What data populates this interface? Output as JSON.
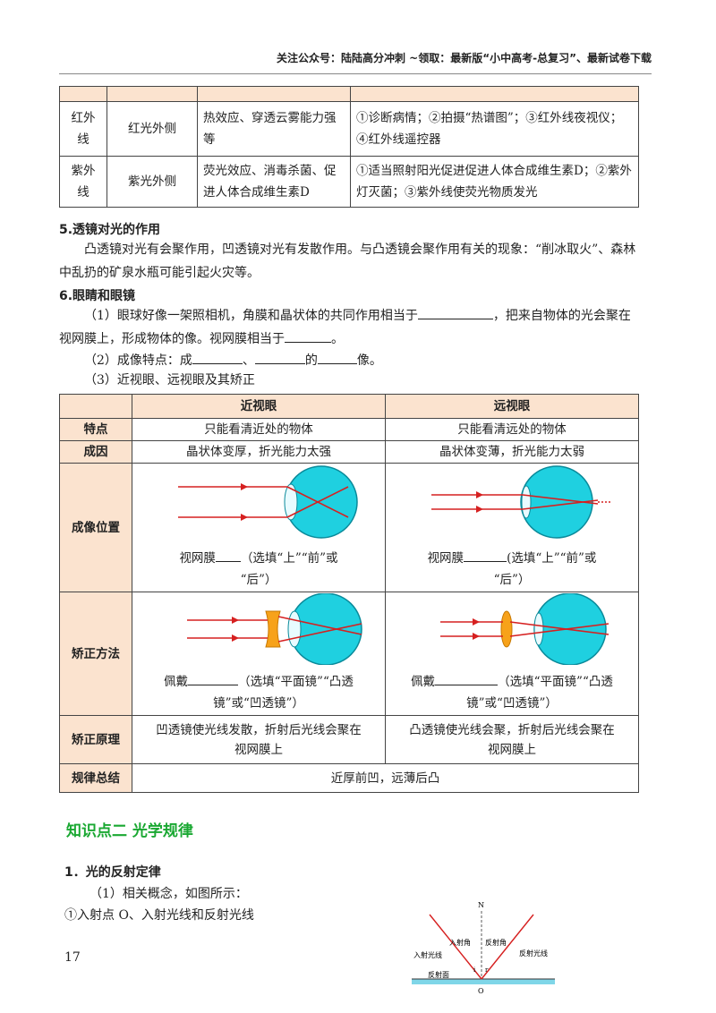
{
  "header": {
    "text": "关注公众号：陆陆高分冲刺  ~领取：最新版“小中高考-总复习”、最新试卷下载"
  },
  "rays_table": {
    "rows": [
      {
        "name": "红外线",
        "position": "红光外侧",
        "property": "热效应、穿透云雾能力强等",
        "application": "①诊断病情；②拍摄“热谱图”；③红外线夜视仪；④红外线遥控器"
      },
      {
        "name": "紫外线",
        "position": "紫光外侧",
        "property": "荧光效应、消毒杀菌、促进人体合成维生素D",
        "application": "①适当照射阳光促进促进人体合成维生素D；②紫外灯灭菌；③紫外线使荧光物质发光"
      }
    ]
  },
  "sec5": {
    "title": "5.透镜对光的作用",
    "text": "凸透镜对光有会聚作用，凹透镜对光有发散作用。与凸透镜会聚作用有关的现象：“削冰取火”、森林中乱扔的矿泉水瓶可能引起火灾等。"
  },
  "sec6": {
    "title": "6.眼睛和眼镜",
    "p1a": "（1）眼球好像一架照相机，角膜和晶状体的共同作用相当于",
    "p1b": "，把来自物体的光会聚在视网膜上，形成物体的像。视网膜相当于",
    "p1c": "。",
    "p2a": "（2）成像特点：成",
    "p2b": "、",
    "p2c": "的",
    "p2d": "像。",
    "p3": "（3）近视眼、远视眼及其矫正"
  },
  "eye_table": {
    "col_myopia": "近视眼",
    "col_hyperopia": "远视眼",
    "row_feature": "特点",
    "row_cause": "成因",
    "row_image": "成像位置",
    "row_correction": "矫正方法",
    "row_principle": "矫正原理",
    "row_summary": "规律总结",
    "myopia_feature": "只能看清近处的物体",
    "hyperopia_feature": "只能看清远处的物体",
    "myopia_cause": "晶状体变厚，折光能力太强",
    "hyperopia_cause": "晶状体变薄，折光能力太弱",
    "myopia_image_a": "视网膜",
    "myopia_image_b": "（选填“上”“前”或",
    "myopia_image_c": "“后”）",
    "hyperopia_image_a": "视网膜",
    "hyperopia_image_b": "(选填“上”“前”或",
    "hyperopia_image_c": "“后”）",
    "myopia_corr_a": "佩戴",
    "myopia_corr_b": "（选填“平面镜”“凸透",
    "myopia_corr_c": "镜”或“凹透镜”）",
    "hyperopia_corr_a": "佩戴",
    "hyperopia_corr_b": "（选填“平面镜”“凸透",
    "hyperopia_corr_c": "镜”或“凹透镜”）",
    "myopia_principle": "凹透镜使光线发散，折射后光线会聚在视网膜上",
    "hyperopia_principle": "凸透镜使光线会聚，折射后光线会聚在视网膜上",
    "summary": "近厚前凹，远薄后凸"
  },
  "knowledge2": {
    "title": "知识点二   光学规律"
  },
  "sec1": {
    "title": "1．光的反射定律",
    "p1": "（1）相关概念，如图所示：",
    "p2": "①入射点 O、入射光线和反射光线"
  },
  "reflection_figure": {
    "normal": "N",
    "incident_angle": "入射角",
    "reflect_angle": "反射角",
    "incident_ray": "入射光线",
    "reflected_ray": "反射光线",
    "surface": "反射面",
    "point": "O",
    "i": "i",
    "r": "r"
  },
  "page_number": "17"
}
